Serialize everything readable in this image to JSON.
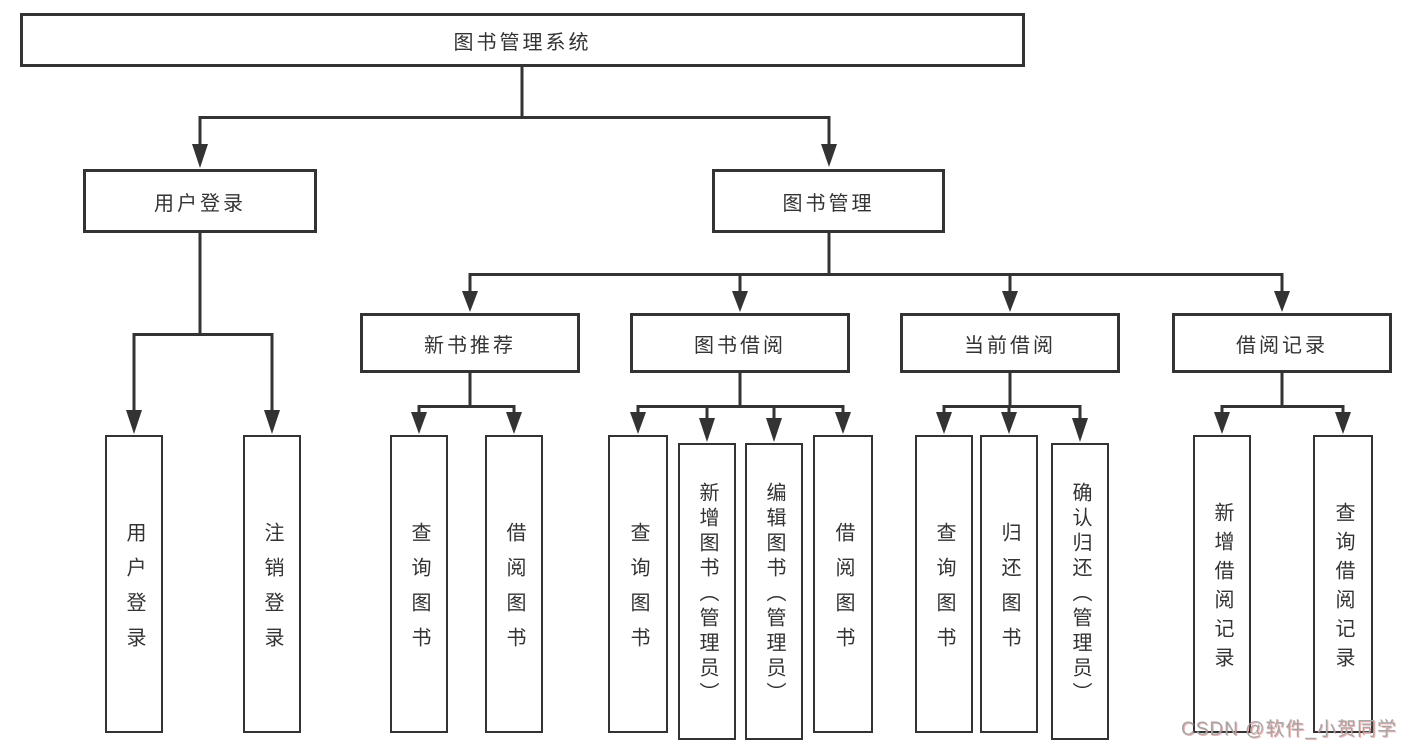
{
  "diagram": {
    "title": "图书管理系统",
    "root": {
      "label": "图书管理系统"
    },
    "branches": [
      {
        "label": "用户登录"
      },
      {
        "label": "图书管理"
      }
    ],
    "modules": [
      {
        "label": "新书推荐",
        "parent": "图书管理"
      },
      {
        "label": "图书借阅",
        "parent": "图书管理"
      },
      {
        "label": "当前借阅",
        "parent": "图书管理"
      },
      {
        "label": "借阅记录",
        "parent": "图书管理"
      }
    ],
    "leaves": [
      {
        "label": "用户登录",
        "parent": "用户登录"
      },
      {
        "label": "注销登录",
        "parent": "用户登录"
      },
      {
        "label": "查询图书",
        "parent": "新书推荐"
      },
      {
        "label": "借阅图书",
        "parent": "新书推荐"
      },
      {
        "label": "查询图书",
        "parent": "图书借阅"
      },
      {
        "label": "新增图书（管理员）",
        "parent": "图书借阅"
      },
      {
        "label": "编辑图书（管理员）",
        "parent": "图书借阅"
      },
      {
        "label": "借阅图书",
        "parent": "图书借阅"
      },
      {
        "label": "查询图书",
        "parent": "当前借阅"
      },
      {
        "label": "归还图书",
        "parent": "当前借阅"
      },
      {
        "label": "确认归还（管理员）",
        "parent": "当前借阅"
      },
      {
        "label": "新增借阅记录",
        "parent": "借阅记录"
      },
      {
        "label": "查询借阅记录",
        "parent": "借阅记录"
      }
    ]
  },
  "watermark": {
    "text": "CSDN @软件_小贺同学"
  },
  "colors": {
    "line": "#333333",
    "box_border": "#333333",
    "text": "#333333",
    "background": "#ffffff",
    "watermark": "#a6a6a6"
  }
}
